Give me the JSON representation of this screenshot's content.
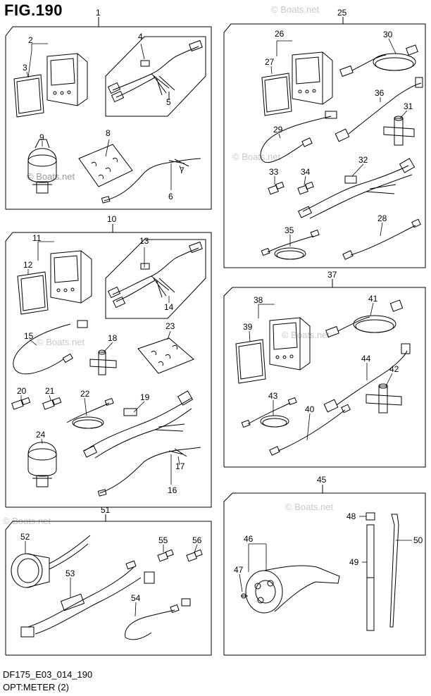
{
  "figure_title": "FIG.190",
  "footer": {
    "code": "DF175_E03_014_190",
    "caption": "OPT:METER (2)"
  },
  "watermark": "© Boats.net",
  "callouts": {
    "c1": "1",
    "c2": "2",
    "c3": "3",
    "c4": "4",
    "c5": "5",
    "c6": "6",
    "c7": "7",
    "c8": "8",
    "c9": "9",
    "c10": "10",
    "c11": "11",
    "c12": "12",
    "c13": "13",
    "c14": "14",
    "c15": "15",
    "c16": "16",
    "c17": "17",
    "c18": "18",
    "c19": "19",
    "c20": "20",
    "c21": "21",
    "c22": "22",
    "c23": "23",
    "c24": "24",
    "c25": "25",
    "c26": "26",
    "c27": "27",
    "c28": "28",
    "c29": "29",
    "c30": "30",
    "c31": "31",
    "c32": "32",
    "c33": "33",
    "c34": "34",
    "c35": "35",
    "c36": "36",
    "c37": "37",
    "c38": "38",
    "c39": "39",
    "c40": "40",
    "c41": "41",
    "c42": "42",
    "c43": "43",
    "c44": "44",
    "c45": "45",
    "c46": "46",
    "c47": "47",
    "c48": "48",
    "c49": "49",
    "c50": "50",
    "c51": "51",
    "c52": "52",
    "c53": "53",
    "c54": "54",
    "c55": "55",
    "c56": "56"
  }
}
